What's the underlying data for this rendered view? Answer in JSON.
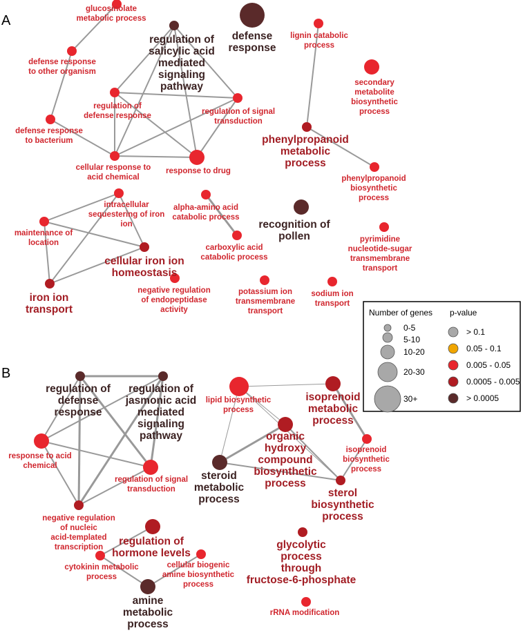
{
  "panels": [
    "A",
    "B"
  ],
  "colors": {
    "p_gt_0_1": "#a8a8a8",
    "p_0_05_0_1": "#f0a500",
    "p_0_005_0_05": "#e8262e",
    "p_0_0005_0_005": "#b01c22",
    "p_lt_0_0005": "#5a2a2a",
    "edge": "#999999",
    "label_red": "#d0262e",
    "label_darkred": "#a21d24",
    "label_dark": "#3b2222"
  },
  "nodes": [
    {
      "id": "glucosinolate",
      "label": [
        "glucosinolate",
        "metabolic process"
      ],
      "color": "p_0_005_0_05",
      "size": "small",
      "labelSize": "small"
    },
    {
      "id": "def_other",
      "label": [
        "defense response",
        "to other organism"
      ],
      "color": "p_0_005_0_05",
      "size": "small",
      "labelSize": "small"
    },
    {
      "id": "sa_path",
      "label": [
        "regulation of",
        "salicylic acid",
        "mediated",
        "signaling",
        "pathway"
      ],
      "color": "p_lt_0_0005",
      "size": "small",
      "labelSize": "large"
    },
    {
      "id": "defense_resp",
      "label": [
        "defense",
        "response"
      ],
      "color": "p_lt_0_0005",
      "size": "xlarge",
      "labelSize": "large"
    },
    {
      "id": "lignin",
      "label": [
        "lignin catabolic",
        "process"
      ],
      "color": "p_0_005_0_05",
      "size": "small",
      "labelSize": "small"
    },
    {
      "id": "sec_metab",
      "label": [
        "secondary",
        "metabolite",
        "biosynthetic",
        "process"
      ],
      "color": "p_0_005_0_05",
      "size": "medium",
      "labelSize": "small"
    },
    {
      "id": "reg_def",
      "label": [
        "regulation of",
        "defense response"
      ],
      "color": "p_0_005_0_05",
      "size": "small",
      "labelSize": "small"
    },
    {
      "id": "reg_signal_a",
      "label": [
        "regulation of signal",
        "transduction"
      ],
      "color": "p_0_005_0_05",
      "size": "small",
      "labelSize": "small"
    },
    {
      "id": "def_bact",
      "label": [
        "defense response",
        "to bacterium"
      ],
      "color": "p_0_005_0_05",
      "size": "small",
      "labelSize": "small"
    },
    {
      "id": "phenyl_metab",
      "label": [
        "phenylpropanoid",
        "metabolic",
        "process"
      ],
      "color": "p_0_0005_0_005",
      "size": "small",
      "labelSize": "large"
    },
    {
      "id": "cell_acid",
      "label": [
        "cellular response to",
        "acid chemical"
      ],
      "color": "p_0_005_0_05",
      "size": "small",
      "labelSize": "small"
    },
    {
      "id": "resp_drug",
      "label": [
        "response to drug"
      ],
      "color": "p_0_005_0_05",
      "size": "medium",
      "labelSize": "small"
    },
    {
      "id": "phenyl_bio",
      "label": [
        "phenylpropanoid",
        "biosynthetic",
        "process"
      ],
      "color": "p_0_005_0_05",
      "size": "small",
      "labelSize": "small"
    },
    {
      "id": "iron_seq",
      "label": [
        "intracellular",
        "sequestering of iron",
        "ion"
      ],
      "color": "p_0_005_0_05",
      "size": "small",
      "labelSize": "small"
    },
    {
      "id": "alpha_amino",
      "label": [
        "alpha-amino acid",
        "catabolic process"
      ],
      "color": "p_0_005_0_05",
      "size": "small",
      "labelSize": "small"
    },
    {
      "id": "pollen",
      "label": [
        "recognition of",
        "pollen"
      ],
      "color": "p_lt_0_0005",
      "size": "medium",
      "labelSize": "large"
    },
    {
      "id": "maint_loc",
      "label": [
        "maintenance of",
        "location"
      ],
      "color": "p_0_005_0_05",
      "size": "small",
      "labelSize": "small"
    },
    {
      "id": "iron_homeo",
      "label": [
        "cellular iron ion",
        "homeostasis"
      ],
      "color": "p_0_0005_0_005",
      "size": "small",
      "labelSize": "large"
    },
    {
      "id": "carbox",
      "label": [
        "carboxylic acid",
        "catabolic process"
      ],
      "color": "p_0_005_0_05",
      "size": "small",
      "labelSize": "small"
    },
    {
      "id": "pyrimidine",
      "label": [
        "pyrimidine",
        "nucleotide-sugar",
        "transmembrane",
        "transport"
      ],
      "color": "p_0_005_0_05",
      "size": "small",
      "labelSize": "small"
    },
    {
      "id": "iron_transport",
      "label": [
        "iron ion",
        "transport"
      ],
      "color": "p_0_0005_0_005",
      "size": "small",
      "labelSize": "large"
    },
    {
      "id": "neg_endopep",
      "label": [
        "negative regulation",
        "of endopeptidase",
        "activity"
      ],
      "color": "p_0_005_0_05",
      "size": "small",
      "labelSize": "small"
    },
    {
      "id": "potassium",
      "label": [
        "potassium ion",
        "transmembrane",
        "transport"
      ],
      "color": "p_0_005_0_05",
      "size": "small",
      "labelSize": "small"
    },
    {
      "id": "sodium",
      "label": [
        "sodium ion",
        "transport"
      ],
      "color": "p_0_005_0_05",
      "size": "small",
      "labelSize": "small"
    },
    {
      "id": "b_reg_def",
      "label": [
        "regulation of",
        "defense",
        "response"
      ],
      "color": "p_lt_0_0005",
      "size": "small",
      "labelSize": "large"
    },
    {
      "id": "b_ja",
      "label": [
        "regulation of",
        "jasmonic acid",
        "mediated",
        "signaling",
        "pathway"
      ],
      "color": "p_lt_0_0005",
      "size": "small",
      "labelSize": "large"
    },
    {
      "id": "b_resp_acid",
      "label": [
        "response to acid",
        "chemical"
      ],
      "color": "p_0_005_0_05",
      "size": "medium",
      "labelSize": "small"
    },
    {
      "id": "b_reg_signal",
      "label": [
        "regulation of signal",
        "transduction"
      ],
      "color": "p_0_005_0_05",
      "size": "medium",
      "labelSize": "small"
    },
    {
      "id": "b_neg_reg",
      "label": [
        "negative regulation",
        "of nucleic",
        "acid-templated",
        "transcription"
      ],
      "color": "p_0_0005_0_005",
      "size": "small",
      "labelSize": "small"
    },
    {
      "id": "b_lipid",
      "label": [
        "lipid biosynthetic",
        "process"
      ],
      "color": "p_0_005_0_05",
      "size": "large",
      "labelSize": "small"
    },
    {
      "id": "b_isoprenoid_met",
      "label": [
        "isoprenoid",
        "metabolic",
        "process"
      ],
      "color": "p_0_0005_0_005",
      "size": "medium",
      "labelSize": "large"
    },
    {
      "id": "b_organic",
      "label": [
        "organic",
        "hydroxy",
        "compound",
        "biosynthetic",
        "process"
      ],
      "color": "p_0_0005_0_005",
      "size": "medium",
      "labelSize": "large"
    },
    {
      "id": "b_isoprenoid_bio",
      "label": [
        "isoprenoid",
        "biosynthetic",
        "process"
      ],
      "color": "p_0_005_0_05",
      "size": "small",
      "labelSize": "small"
    },
    {
      "id": "b_steroid",
      "label": [
        "steroid",
        "metabolic",
        "process"
      ],
      "color": "p_lt_0_0005",
      "size": "medium",
      "labelSize": "large"
    },
    {
      "id": "b_sterol",
      "label": [
        "sterol",
        "biosynthetic",
        "process"
      ],
      "color": "p_0_0005_0_005",
      "size": "small",
      "labelSize": "large"
    },
    {
      "id": "b_hormone",
      "label": [
        "regulation of",
        "hormone levels"
      ],
      "color": "p_0_0005_0_005",
      "size": "medium",
      "labelSize": "large"
    },
    {
      "id": "b_cytokinin",
      "label": [
        "cytokinin metabolic",
        "process"
      ],
      "color": "p_0_005_0_05",
      "size": "small",
      "labelSize": "small"
    },
    {
      "id": "b_biogenic",
      "label": [
        "cellular biogenic",
        "amine biosynthetic",
        "process"
      ],
      "color": "p_0_005_0_05",
      "size": "small",
      "labelSize": "small"
    },
    {
      "id": "b_amine",
      "label": [
        "amine",
        "metabolic",
        "process"
      ],
      "color": "p_lt_0_0005",
      "size": "medium",
      "labelSize": "large"
    },
    {
      "id": "b_glycolytic",
      "label": [
        "glycolytic",
        "process",
        "through",
        "fructose-6-phosphate"
      ],
      "color": "p_0_0005_0_005",
      "size": "small",
      "labelSize": "large"
    },
    {
      "id": "b_rrna",
      "label": [
        "rRNA modification"
      ],
      "color": "p_0_005_0_05",
      "size": "small",
      "labelSize": "small"
    }
  ],
  "edges": [
    [
      "glucosinolate",
      "def_other",
      2
    ],
    [
      "sa_path",
      "reg_def",
      2
    ],
    [
      "sa_path",
      "reg_signal_a",
      2
    ],
    [
      "sa_path",
      "cell_acid",
      2
    ],
    [
      "sa_path",
      "resp_drug",
      2
    ],
    [
      "reg_def",
      "reg_signal_a",
      2
    ],
    [
      "reg_def",
      "cell_acid",
      2
    ],
    [
      "reg_def",
      "resp_drug",
      2
    ],
    [
      "reg_signal_a",
      "cell_acid",
      2
    ],
    [
      "reg_signal_a",
      "resp_drug",
      2
    ],
    [
      "def_bact",
      "cell_acid",
      2
    ],
    [
      "def_bact",
      "def_other",
      2
    ],
    [
      "cell_acid",
      "resp_drug",
      2
    ],
    [
      "lignin",
      "phenyl_metab",
      2
    ],
    [
      "phenyl_metab",
      "phenyl_bio",
      2
    ],
    [
      "alpha_amino",
      "carbox",
      3
    ],
    [
      "iron_seq",
      "maint_loc",
      2
    ],
    [
      "iron_seq",
      "iron_homeo",
      2
    ],
    [
      "iron_seq",
      "iron_transport",
      2
    ],
    [
      "maint_loc",
      "iron_homeo",
      2
    ],
    [
      "maint_loc",
      "iron_transport",
      2
    ],
    [
      "iron_homeo",
      "iron_transport",
      2
    ],
    [
      "b_reg_def",
      "b_ja",
      3
    ],
    [
      "b_reg_def",
      "b_resp_acid",
      2
    ],
    [
      "b_reg_def",
      "b_reg_signal",
      3
    ],
    [
      "b_reg_def",
      "b_neg_reg",
      3
    ],
    [
      "b_ja",
      "b_resp_acid",
      2
    ],
    [
      "b_ja",
      "b_reg_signal",
      3
    ],
    [
      "b_ja",
      "b_neg_reg",
      3
    ],
    [
      "b_resp_acid",
      "b_reg_signal",
      2
    ],
    [
      "b_resp_acid",
      "b_neg_reg",
      2
    ],
    [
      "b_reg_signal",
      "b_neg_reg",
      2
    ],
    [
      "b_lipid",
      "b_isoprenoid_met",
      1
    ],
    [
      "b_lipid",
      "b_organic",
      1
    ],
    [
      "b_lipid",
      "b_steroid",
      1
    ],
    [
      "b_lipid",
      "b_sterol",
      1
    ],
    [
      "b_isoprenoid_met",
      "b_isoprenoid_bio",
      3
    ],
    [
      "b_organic",
      "b_steroid",
      3
    ],
    [
      "b_organic",
      "b_sterol",
      2
    ],
    [
      "b_steroid",
      "b_sterol",
      2
    ],
    [
      "b_isoprenoid_bio",
      "b_sterol",
      2
    ],
    [
      "b_hormone",
      "b_cytokinin",
      2
    ],
    [
      "b_cytokinin",
      "b_amine",
      2
    ],
    [
      "b_biogenic",
      "b_amine",
      2
    ]
  ],
  "legend": {
    "size_title": "Number of genes",
    "pvalue_title": "p-value",
    "sizes": [
      {
        "label": "0-5",
        "size": "tiny"
      },
      {
        "label": "5-10",
        "size": "small"
      },
      {
        "label": "10-20",
        "size": "medium"
      },
      {
        "label": "20-30",
        "size": "large"
      },
      {
        "label": "30+",
        "size": "xlarge"
      }
    ],
    "pvalues": [
      {
        "label": "> 0.1",
        "color": "p_gt_0_1"
      },
      {
        "label": "0.05 - 0.1",
        "color": "p_0_05_0_1"
      },
      {
        "label": "0.005 - 0.05",
        "color": "p_0_005_0_05"
      },
      {
        "label": "0.0005 - 0.005",
        "color": "p_0_0005_0_005"
      },
      {
        "label": "> 0.0005",
        "color": "p_lt_0_0005"
      }
    ]
  }
}
